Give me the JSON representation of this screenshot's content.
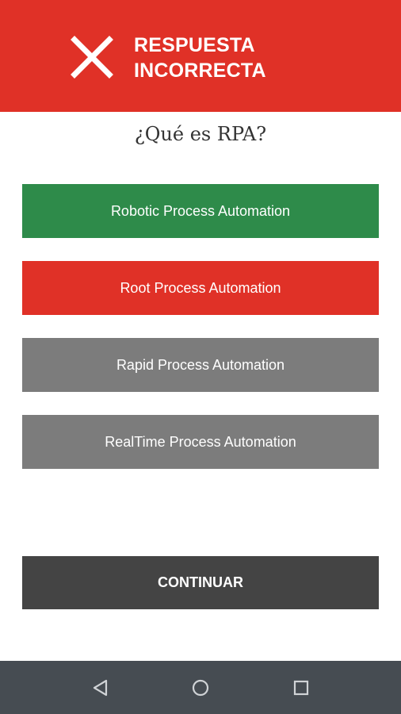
{
  "header": {
    "title_line1": "RESPUESTA",
    "title_line2": "INCORRECTA",
    "icon": "close-icon",
    "color": "#e03127"
  },
  "question": "¿Qué es RPA?",
  "options": [
    {
      "label": "Robotic Process Automation",
      "state": "correct"
    },
    {
      "label": "Root Process Automation",
      "state": "selected-wrong"
    },
    {
      "label": "Rapid Process Automation",
      "state": "neutral"
    },
    {
      "label": "RealTime Process Automation",
      "state": "neutral"
    }
  ],
  "continue_label": "CONTINUAR",
  "navbar": {
    "back_icon": "back-triangle-icon",
    "home_icon": "home-circle-icon",
    "recents_icon": "recents-square-icon"
  },
  "colors": {
    "correct": "#2e8b4a",
    "wrong": "#e03127",
    "neutral": "#7c7c7c",
    "continue": "#444444",
    "navbar": "#464c52"
  }
}
